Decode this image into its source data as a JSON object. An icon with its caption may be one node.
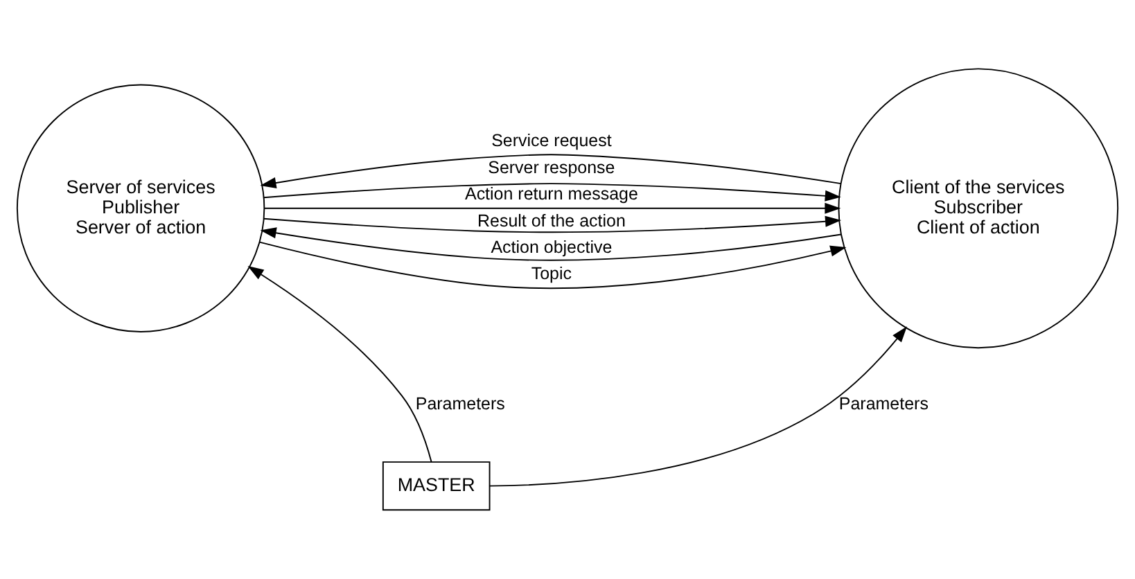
{
  "diagram": {
    "nodes": [
      {
        "text": [
          "Server of services",
          "Publisher",
          "Server of action"
        ]
      },
      {
        "text": [
          "Client of the services",
          "Subscriber",
          "Client of action"
        ]
      },
      {
        "text": [
          "MASTER"
        ]
      }
    ],
    "edges": [
      {
        "from": 1,
        "to": 0,
        "arrow": "to",
        "label": "Service request"
      },
      {
        "from": 0,
        "to": 1,
        "arrow": "to",
        "label": "Server response"
      },
      {
        "from": 0,
        "to": 1,
        "arrow": "to",
        "label": "Topic"
      },
      {
        "from": 1,
        "to": 0,
        "arrow": "to",
        "label": "Action objective"
      },
      {
        "from": 0,
        "to": 1,
        "arrow": "to",
        "label": "Result of the action"
      },
      {
        "from": 0,
        "to": 1,
        "arrow": "to",
        "label": "Action return message"
      },
      {
        "from": 2,
        "to": 0,
        "arrow": "to",
        "label": "Parameters"
      },
      {
        "from": 2,
        "to": 1,
        "arrow": "to",
        "label": "Parameters"
      }
    ]
  }
}
